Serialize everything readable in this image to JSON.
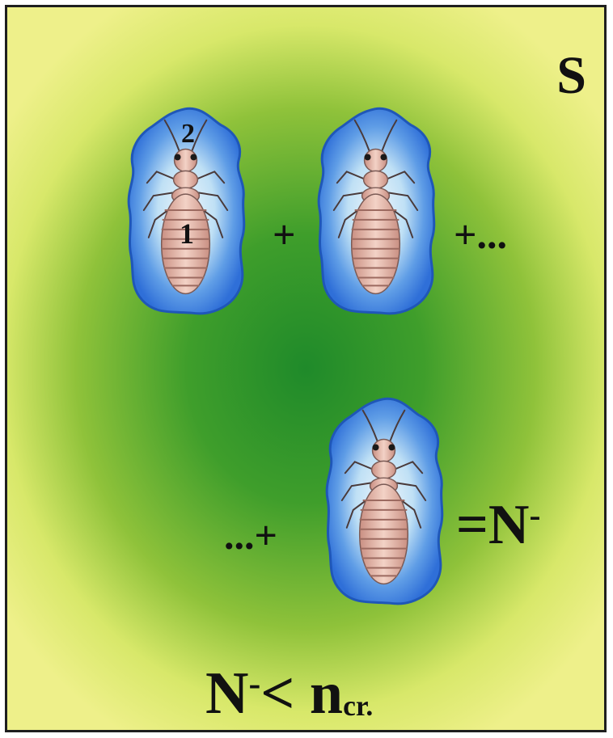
{
  "labels": {
    "corner_label": "S",
    "aura_outer_number": "2",
    "insect_body_number": "1",
    "plus_1": "+",
    "plus_dots": "+...",
    "dots_plus": "...+",
    "equals_prefix": "=N",
    "minus_superscript": "-",
    "inequality_n": "N",
    "inequality_op": "< n",
    "inequality_subscript": "cr."
  },
  "colors": {
    "background_center": "#1f8a2a",
    "background_edge": "#eef08a",
    "aura_blue": "#2f6fd8",
    "aura_light": "#bfe0f5",
    "insect_body": "#e8b4a4",
    "insect_stripe": "#9c6a60"
  },
  "icons": [
    "termite-with-aura-icon",
    "termite-with-aura-icon",
    "termite-with-aura-icon"
  ]
}
